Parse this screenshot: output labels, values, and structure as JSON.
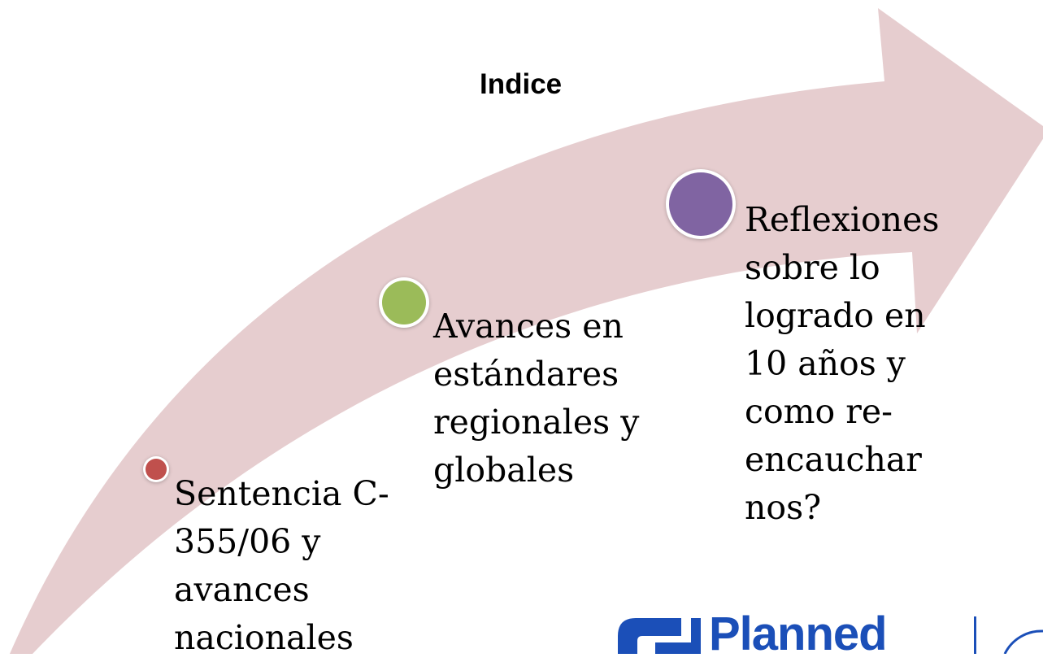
{
  "title": "Indice",
  "steps": [
    {
      "text": "Sentencia C-355/06 y avances nacionales",
      "color": "#c0504d"
    },
    {
      "text": "Avances en estándares regionales y globales",
      "color": "#9bbb59"
    },
    {
      "text": "Reflexiones sobre lo logrado en 10 años y como re-encauchar nos?",
      "color": "#8064a2"
    }
  ],
  "arrow_color": "#e6cdcf",
  "logo": {
    "text": "Planned",
    "color": "#1b4fb8"
  }
}
